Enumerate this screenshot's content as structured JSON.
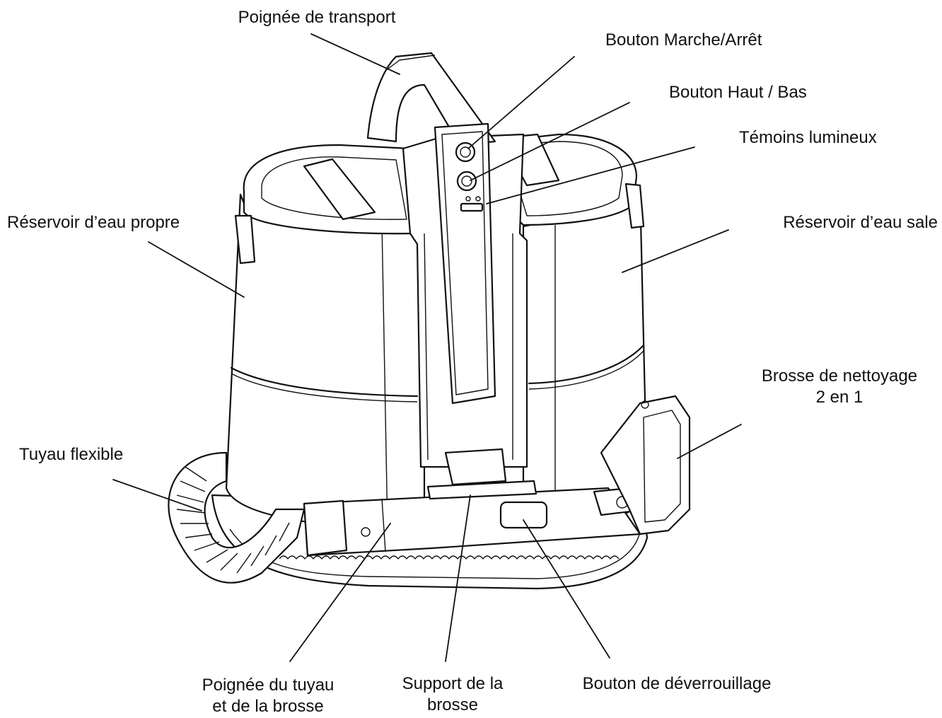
{
  "callouts": {
    "carry_handle": "Poignée de transport",
    "power_button": "Bouton Marche/Arrêt",
    "up_down_button": "Bouton Haut / Bas",
    "indicator_lights": "Témoins lumineux",
    "clean_water_tank": "Réservoir d’eau propre",
    "dirty_water_tank": "Réservoir d’eau sale",
    "cleaning_brush": [
      "Brosse de nettoyage",
      "2 en 1"
    ],
    "flexible_hose": "Tuyau flexible",
    "hose_brush_handle": [
      "Poignée du tuyau",
      "et de la brosse"
    ],
    "brush_support": [
      "Support de la",
      "brosse"
    ],
    "release_button": "Bouton de déverrouillage"
  }
}
